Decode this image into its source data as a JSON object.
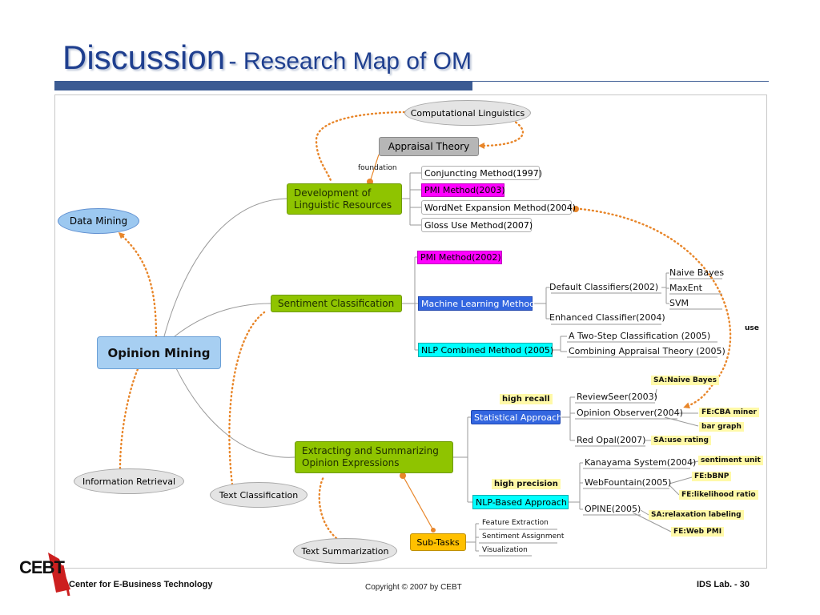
{
  "slide": {
    "title_main": "Discussion",
    "title_sub": "- Research Map of OM"
  },
  "map": {
    "root": "Opinion Mining",
    "external": {
      "computational_linguistics": "Computational Linguistics",
      "data_mining": "Data Mining",
      "information_retrieval": "Information Retrieval",
      "text_classification": "Text Classification",
      "text_summarization": "Text Summarization"
    },
    "appraisal_theory": "Appraisal Theory",
    "foundation_label": "foundation",
    "use_label": "use",
    "linguistic": {
      "label_line1": "Development of",
      "label_line2": "Linguistic Resources",
      "methods": [
        "Conjuncting Method(1997)",
        "PMI Method(2003)",
        "WordNet Expansion Method(2004)",
        "Gloss Use Method(2007)"
      ]
    },
    "sentiment": {
      "label": "Sentiment Classification",
      "pmi": "PMI Method(2002)",
      "ml": "Machine Learning Method",
      "default_classifiers": "Default Classifiers(2002)",
      "classifiers": [
        "Naive Bayes",
        "MaxEnt",
        "SVM"
      ],
      "enhanced": "Enhanced Classifier(2004)",
      "nlp": "NLP Combined Method (2005)",
      "nlp_children": [
        "A Two-Step Classification (2005)",
        "Combining Appraisal Theory (2005)"
      ]
    },
    "extracting": {
      "label_line1": "Extracting and Summarizing",
      "label_line2": "Opinion Expressions",
      "statistical": "Statistical Approach",
      "high_recall": "high recall",
      "stat_children": [
        "ReviewSeer(2003)",
        "Opinion Observer(2004)",
        "Red Opal(2007)"
      ],
      "nlp_based": "NLP-Based Approach",
      "high_precision": "high precision",
      "nlp_children": [
        "Kanayama System(2004)",
        "WebFountain(2005)",
        "OPINE(2005)"
      ],
      "subtasks": "Sub-Tasks",
      "subtask_items": [
        "Feature Extraction",
        "Sentiment Assignment",
        "Visualization"
      ]
    },
    "notes": {
      "sa_naive_bayes": "SA:Naive Bayes",
      "fe_cba_miner": "FE:CBA miner",
      "bar_graph": "bar graph",
      "sa_use_rating": "SA:use rating",
      "sentiment_unit": "sentiment unit",
      "fe_bbnp": "FE:bBNP",
      "fe_likelihood": "FE:likelihood ratio",
      "sa_relaxation": "SA:relaxation labeling",
      "fe_web_pmi": "FE:Web PMI"
    }
  },
  "footer": {
    "logo": "CEBT",
    "org": "Center for E-Business Technology",
    "copyright": "Copyright © 2007 by CEBT",
    "page": "IDS Lab. - 30"
  },
  "colors": {
    "title": "#1f3f8f",
    "branch_green": "#8fc400",
    "magenta": "#ff00ff",
    "blue_box": "#3366e0",
    "cyan_box": "#00ffff",
    "orange_dots": "#e8862a",
    "highlight": "#fff9a8"
  }
}
